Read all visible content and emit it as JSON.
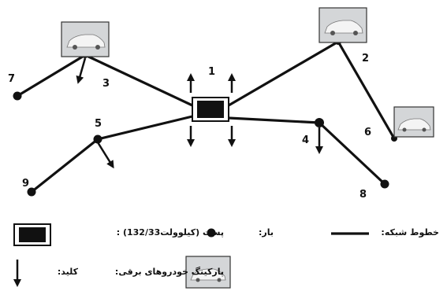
{
  "nodes": [
    {
      "id": "1",
      "label": "1",
      "type": "substation"
    },
    {
      "id": "2",
      "label": "2",
      "type": "ev-parking"
    },
    {
      "id": "3",
      "label": "3",
      "type": "ev-parking"
    },
    {
      "id": "4",
      "label": "4",
      "type": "bus"
    },
    {
      "id": "5",
      "label": "5",
      "type": "bus"
    },
    {
      "id": "6",
      "label": "6",
      "type": "ev-parking"
    },
    {
      "id": "7",
      "label": "7",
      "type": "load"
    },
    {
      "id": "8",
      "label": "8",
      "type": "load"
    },
    {
      "id": "9",
      "label": "9",
      "type": "load"
    }
  ],
  "edges": [
    [
      "1",
      "3"
    ],
    [
      "3",
      "7"
    ],
    [
      "1",
      "2"
    ],
    [
      "2",
      "6"
    ],
    [
      "1",
      "5"
    ],
    [
      "5",
      "9"
    ],
    [
      "1",
      "4"
    ],
    [
      "4",
      "8"
    ]
  ],
  "legend": {
    "network_lines": "خطوط شبکه:",
    "load": "بار:",
    "substation": "پست (کیلوولت132/33) :",
    "ev_parking": "پارکینگ خودروهای برقی:",
    "switch": "کلید:"
  }
}
